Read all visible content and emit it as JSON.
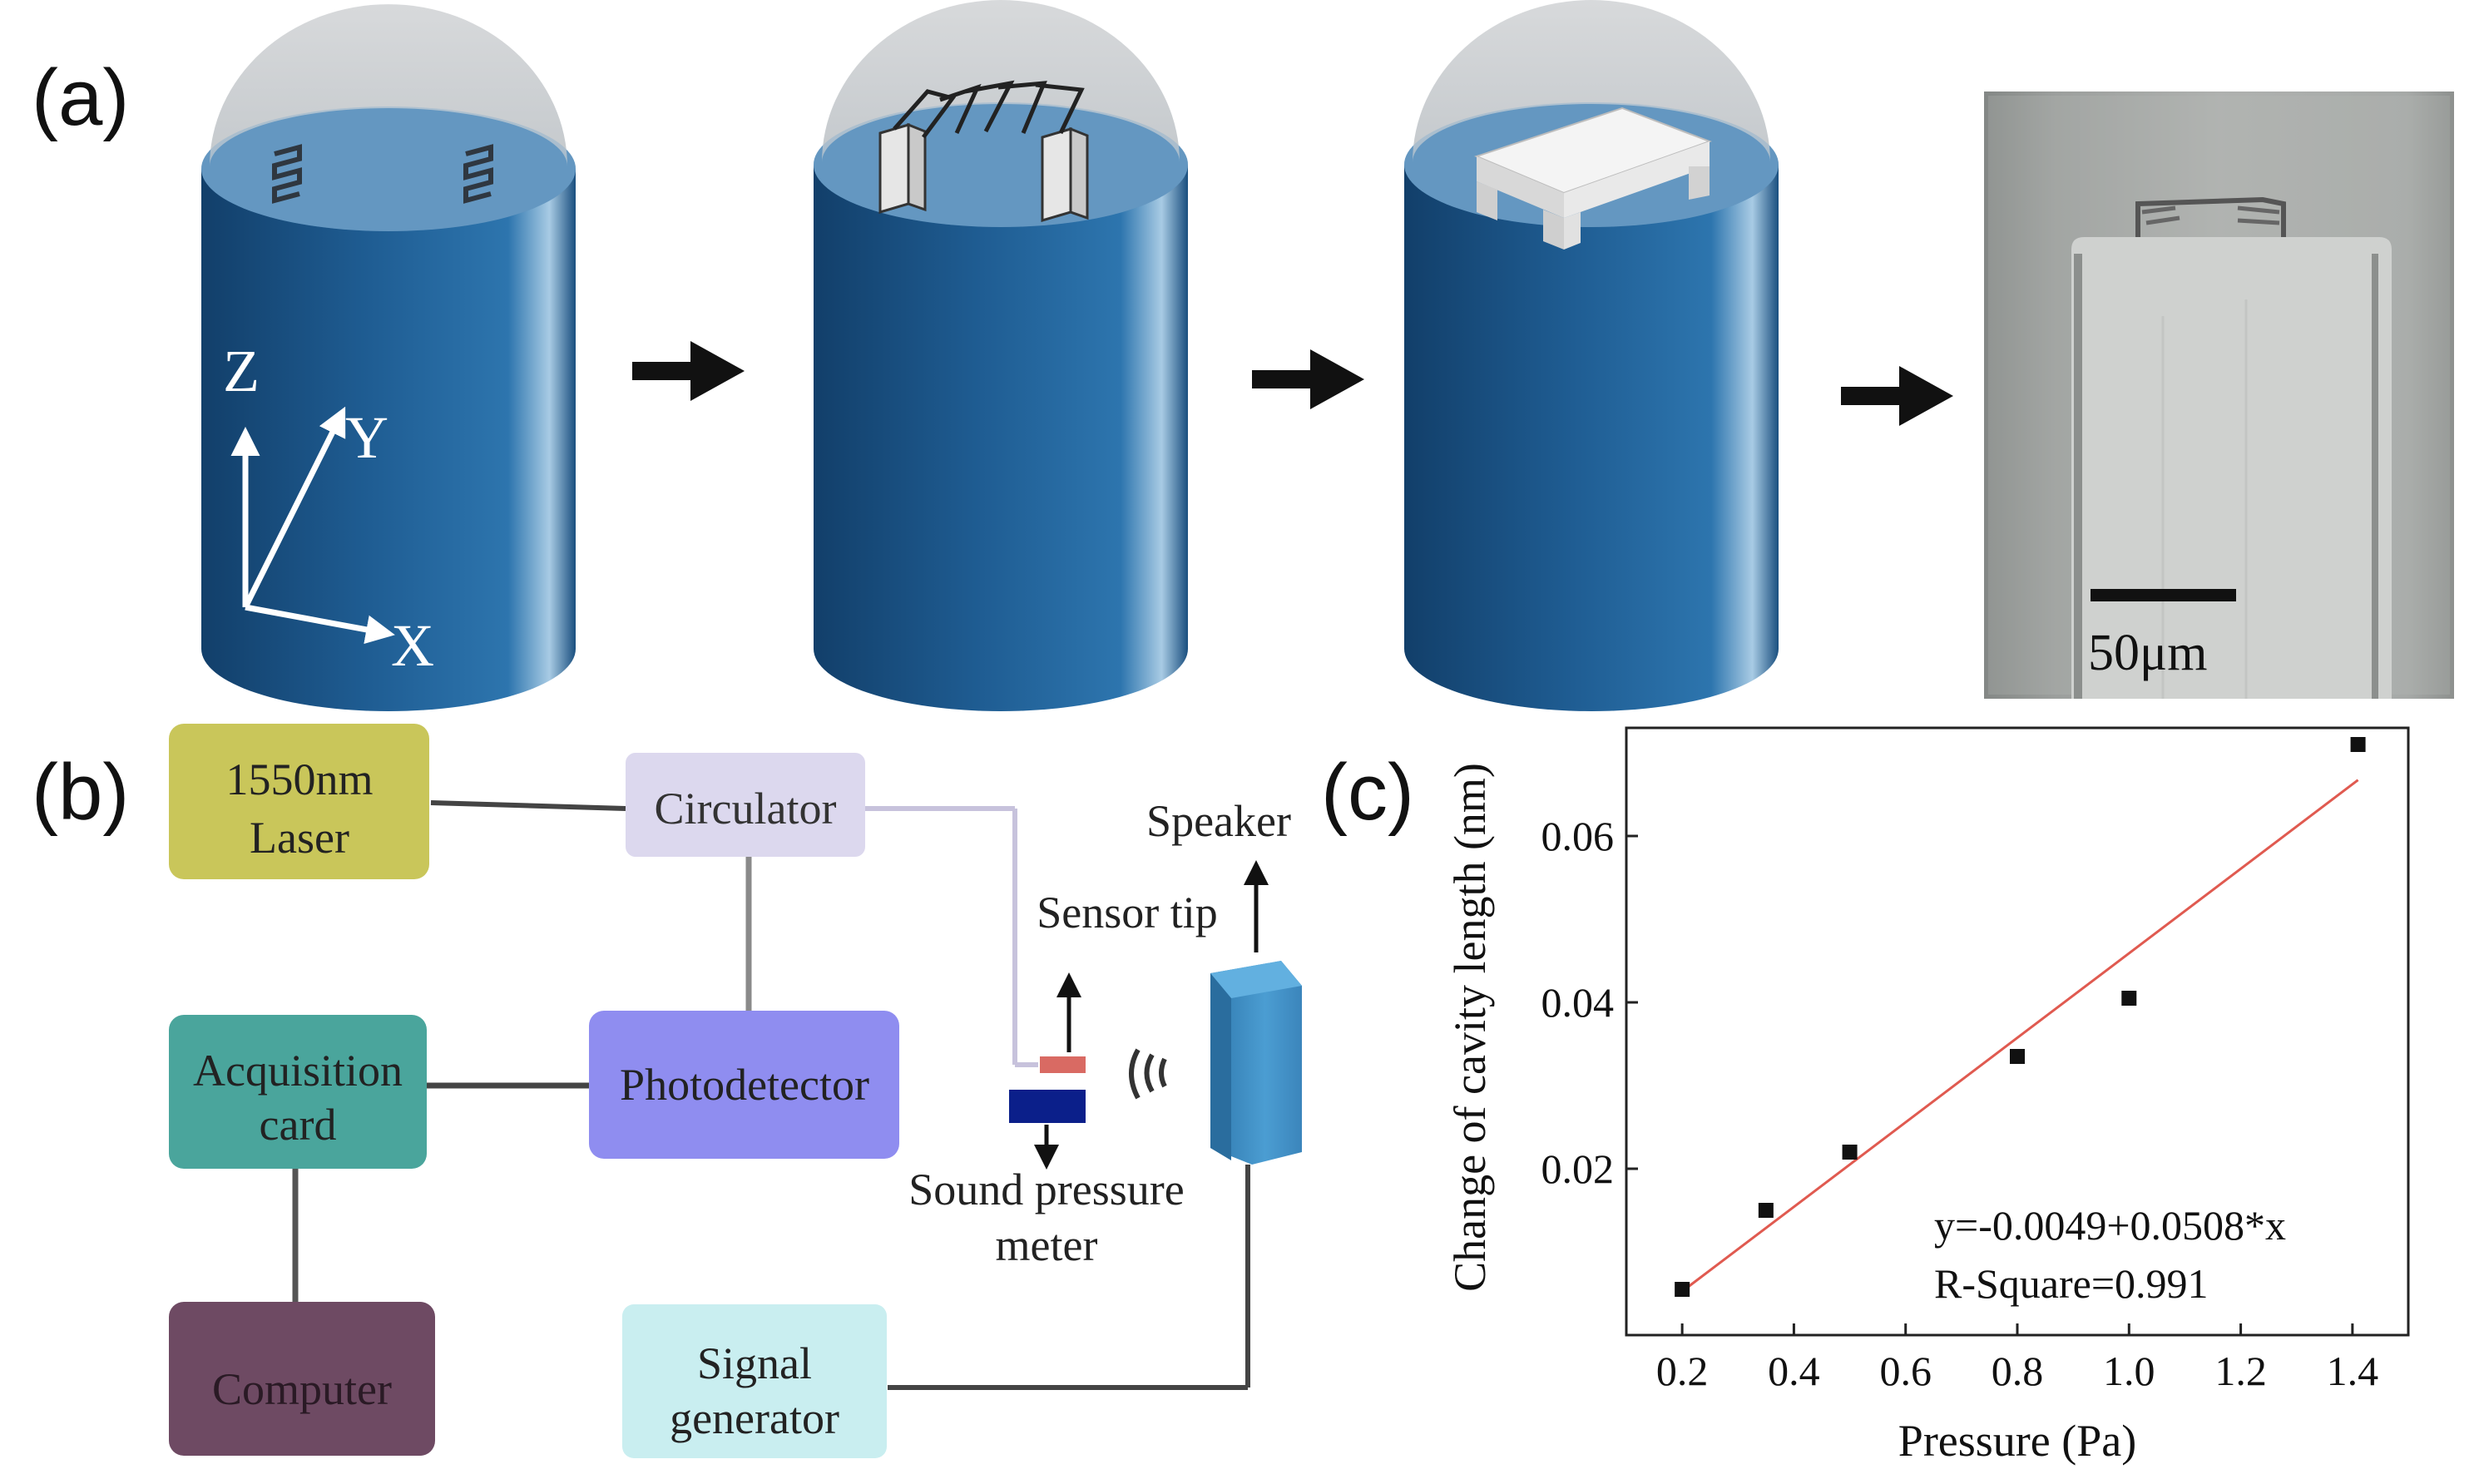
{
  "panels": {
    "a": {
      "label": "(a)",
      "axes": {
        "z": "Z",
        "y": "Y",
        "x": "X"
      },
      "scale_bar": "50μm"
    },
    "b": {
      "label": "(b)",
      "laser": [
        "1550nm",
        "Laser"
      ],
      "circulator": "Circulator",
      "photodetector": "Photodetector",
      "acquisition": [
        "Acquisition",
        "card"
      ],
      "computer": "Computer",
      "signal_generator": [
        "Signal",
        "generator"
      ],
      "speaker": "Speaker",
      "sensor_tip": "Sensor tip",
      "sound_pressure_meter": [
        "Sound pressure",
        "meter"
      ],
      "colors": {
        "laser": "#c9c65a",
        "circulator": "#dcd8ee",
        "photodetector": "#8f8df0",
        "acquisition": "#4aa59c",
        "computer": "#6e4a63",
        "signal_generator": "#c9eef0",
        "speaker": "#3f8fc7"
      }
    },
    "c": {
      "label": "(c)"
    }
  },
  "chart_data": {
    "type": "scatter",
    "xlabel": "Pressure (Pa)",
    "ylabel": "Change of cavity length (nm)",
    "xlim": [
      0.1,
      1.5
    ],
    "ylim": [
      0,
      0.073
    ],
    "xticks": [
      "0.2",
      "0.4",
      "0.6",
      "0.8",
      "1.0",
      "1.2",
      "1.4"
    ],
    "yticks": [
      "0.02",
      "0.04",
      "0.06"
    ],
    "x": [
      0.2,
      0.35,
      0.5,
      0.8,
      1.0,
      1.41
    ],
    "y": [
      0.0055,
      0.015,
      0.022,
      0.0335,
      0.0405,
      0.071
    ],
    "fit": {
      "intercept": -0.0049,
      "slope": 0.0508,
      "color": "#e05a50"
    },
    "annotation": [
      "y=-0.0049+0.0508*x",
      "R-Square=0.991"
    ],
    "grid": false
  }
}
